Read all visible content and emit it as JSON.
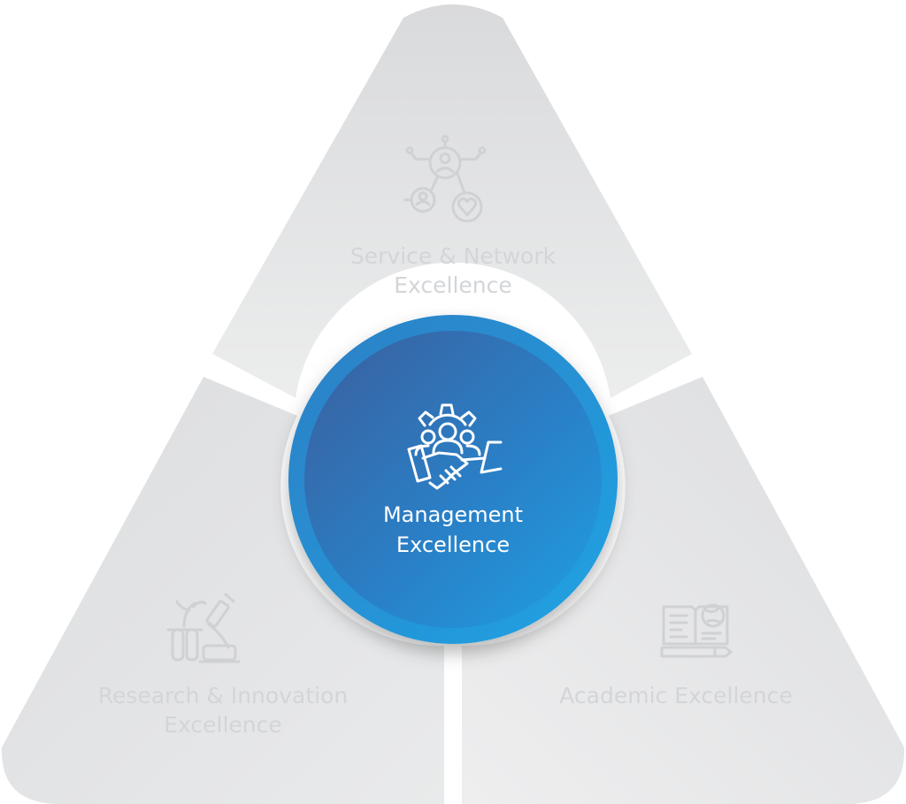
{
  "diagram": {
    "center": {
      "line1": "Management",
      "line2": "Excellence",
      "icon": "handshake-team-gear-icon",
      "color_dark": "#3a62a0",
      "color_light": "#1f9ddf"
    },
    "top": {
      "line1": "Service & Network",
      "line2": "Excellence",
      "icon": "network-people-icon"
    },
    "bottom_left": {
      "line1": "Research & Innovation",
      "line2": "Excellence",
      "icon": "microscope-icon"
    },
    "bottom_right": {
      "line1": "Academic Excellence",
      "icon": "book-globe-icon"
    },
    "colors": {
      "segment": "#e1e2e4",
      "icon_faded": "#cfd1d4",
      "text_faded": "#d3d5d8"
    }
  }
}
